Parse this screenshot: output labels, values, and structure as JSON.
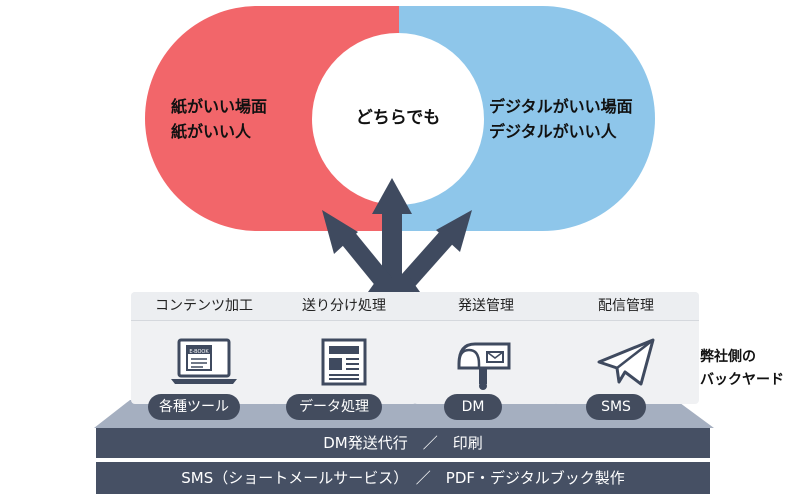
{
  "diagram": {
    "left_lines": [
      "紙がいい場面",
      "紙がいい人"
    ],
    "center": "どちらでも",
    "right_lines": [
      "デジタルがいい場面",
      "デジタルがいい人"
    ],
    "colors": {
      "paper": "#f2666a",
      "digital": "#8ec6ea",
      "arrow": "#3f4a5f",
      "bar": "#465064"
    }
  },
  "services": [
    {
      "title": "コンテンツ加工",
      "tag": "各種ツール",
      "icon": "ebook-laptop-icon",
      "badge": "E-BOOK"
    },
    {
      "title": "送り分け処理",
      "tag": "データ処理",
      "icon": "newspaper-icon"
    },
    {
      "title": "発送管理",
      "tag": "DM",
      "icon": "mailbox-icon"
    },
    {
      "title": "配信管理",
      "tag": "SMS",
      "icon": "paper-plane-icon"
    }
  ],
  "side_label": [
    "弊社側の",
    "バックヤード"
  ],
  "bars": [
    "DM発送代行　／　印刷",
    "SMS（ショートメールサービス）　／　PDF・デジタルブック製作"
  ]
}
